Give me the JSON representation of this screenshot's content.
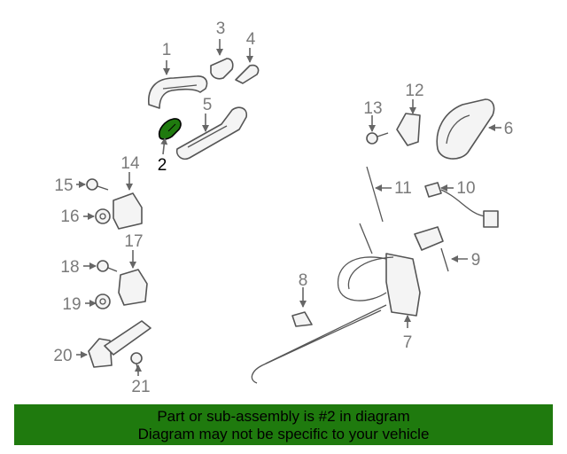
{
  "diagram": {
    "highlighted_part": "2",
    "highlight_color": "#1f7a0e",
    "callouts": [
      "1",
      "2",
      "3",
      "4",
      "5",
      "6",
      "7",
      "8",
      "9",
      "10",
      "11",
      "12",
      "13",
      "14",
      "15",
      "16",
      "17",
      "18",
      "19",
      "20",
      "21"
    ]
  },
  "banner": {
    "line1": "Part or sub-assembly is #2 in diagram",
    "line2": "Diagram may not be specific to your vehicle",
    "background": "#1f7a0e"
  }
}
